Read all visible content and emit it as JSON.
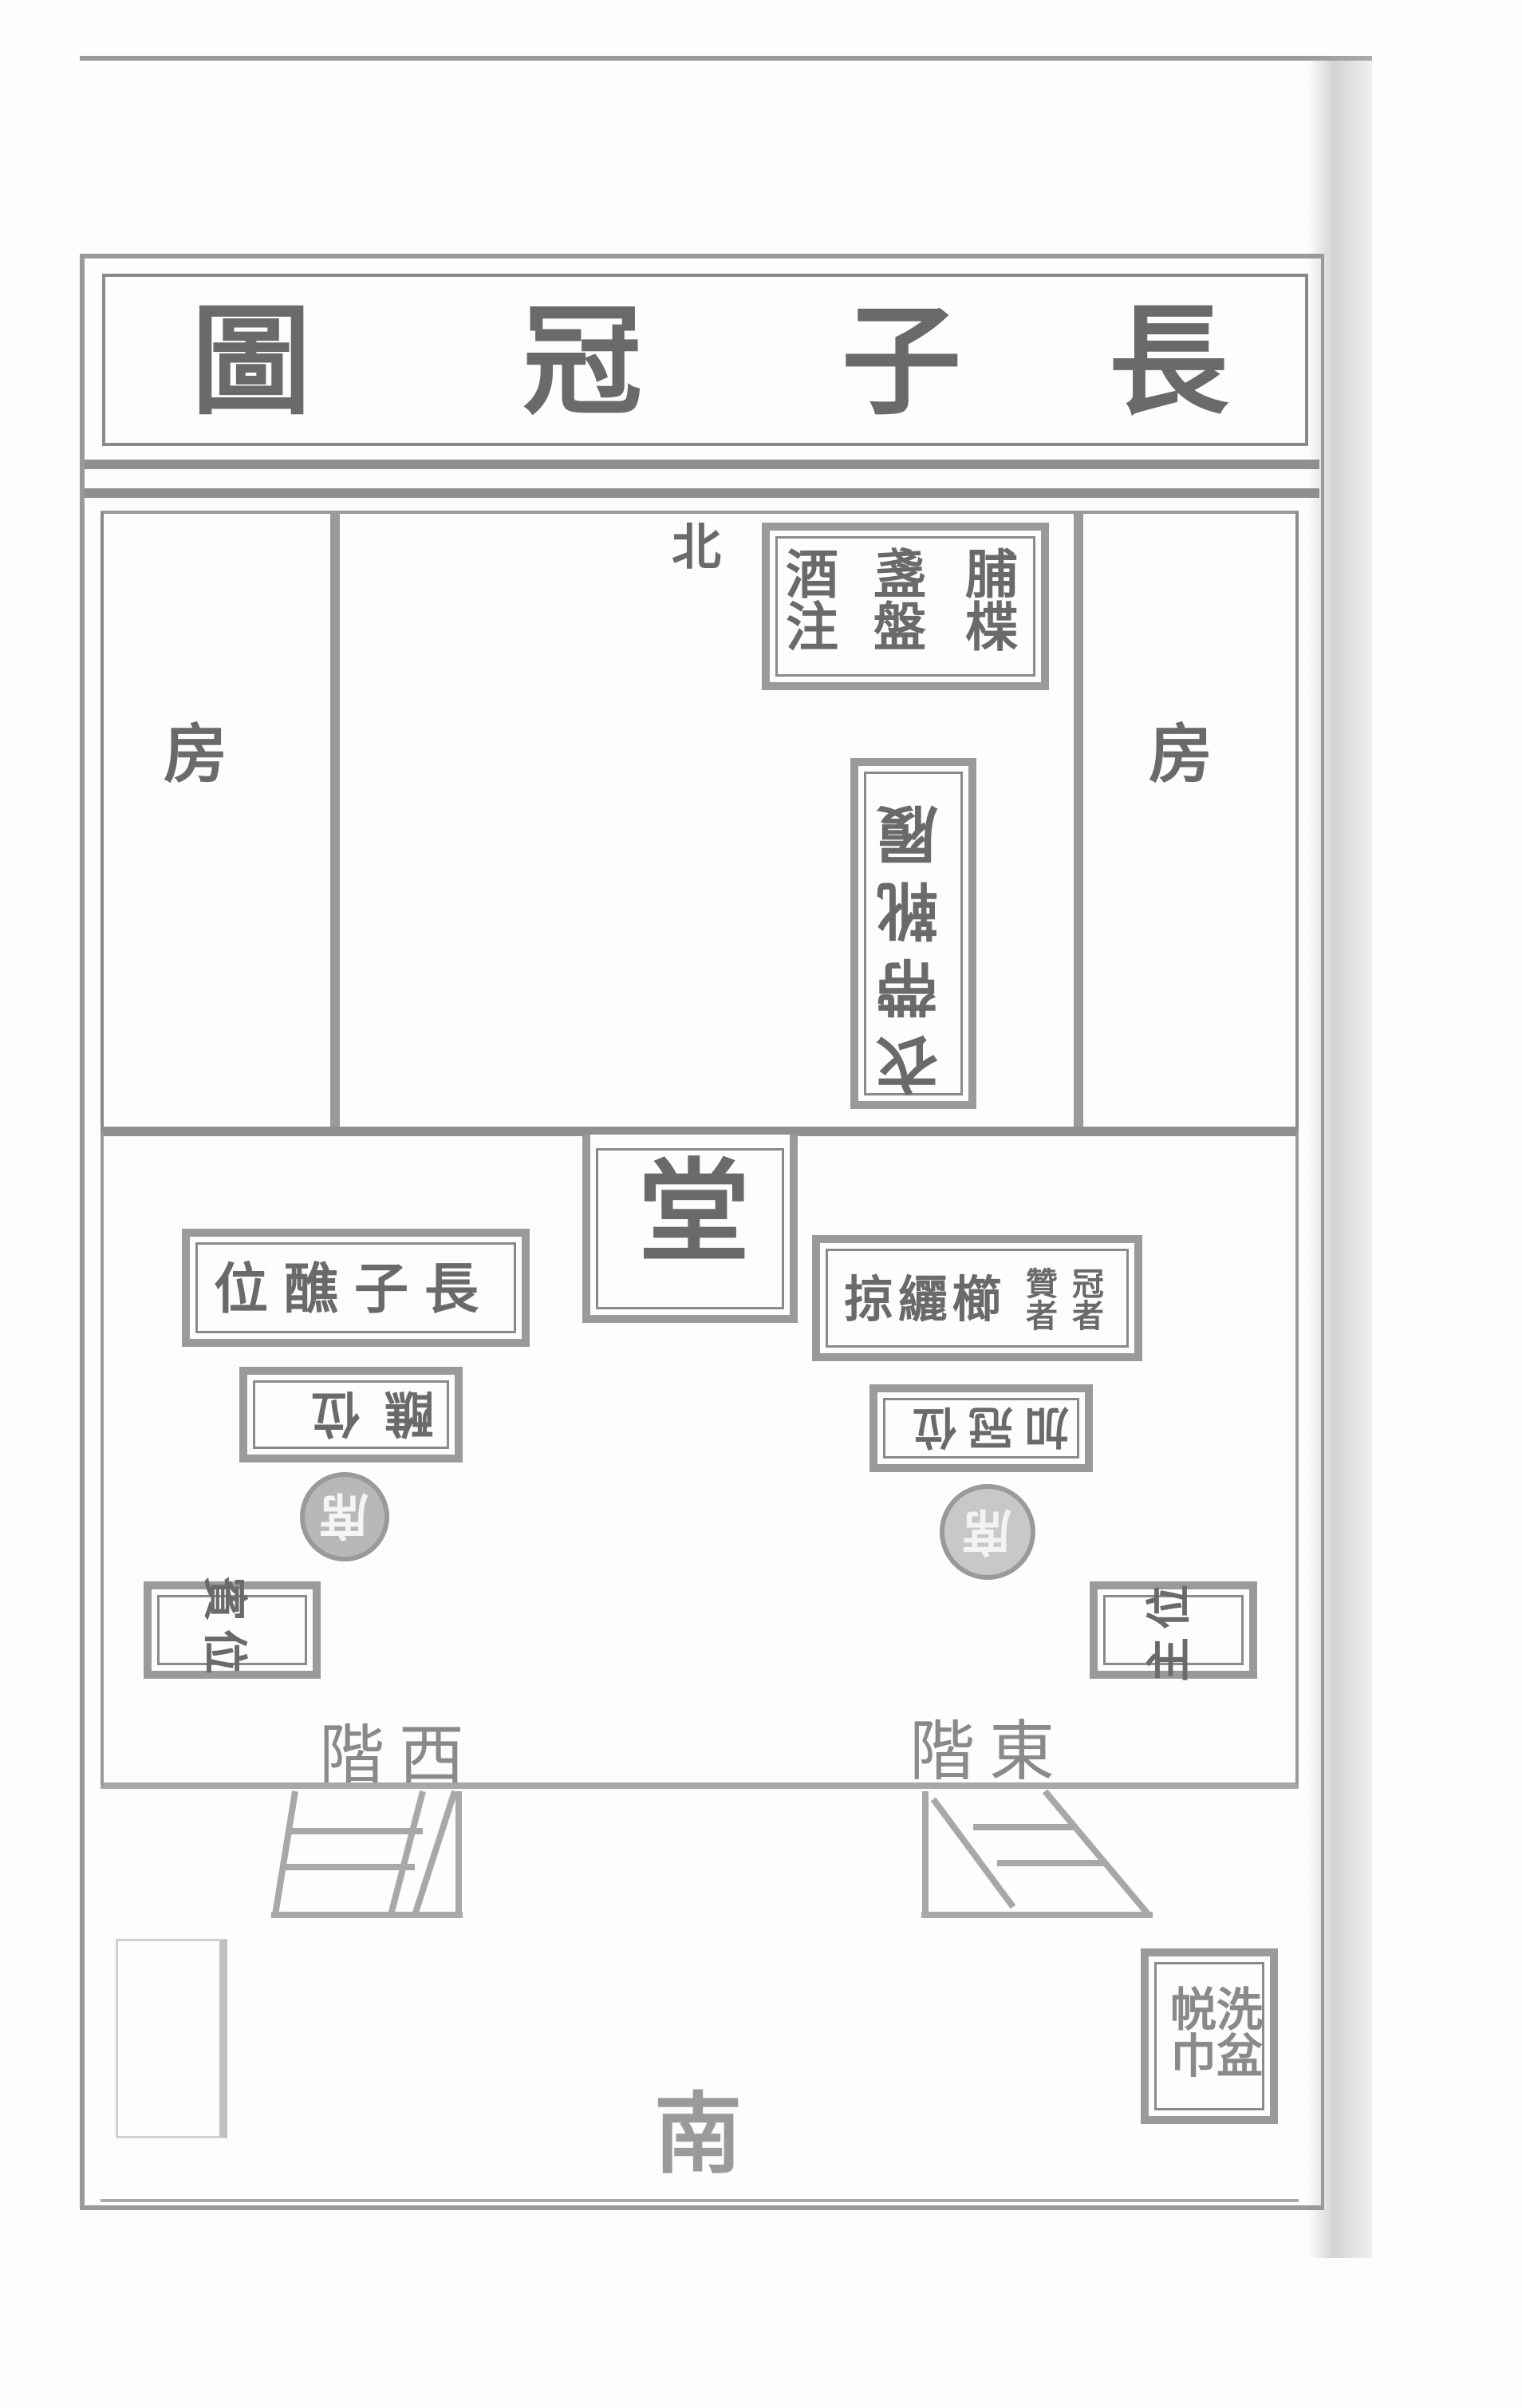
{
  "page": {
    "title": "長子冠圖",
    "title_chars": [
      "長",
      "子",
      "冠",
      "圖"
    ]
  },
  "compass": {
    "north": "北",
    "south": "南"
  },
  "rooms": {
    "left_room": "房",
    "right_room": "房",
    "hall": "堂"
  },
  "labels": {
    "food_box": [
      "脯楪",
      "盞盤",
      "酒注"
    ],
    "clothes_box": "衣帶靴履",
    "eldest_son_position": "長子醮位",
    "eldest_son_lower": "醮位",
    "capping_officiants": "冠者贊者櫛纚掠",
    "capping_officiants_small": [
      "冠者",
      "贊者"
    ],
    "capping_officiants_main": "櫛纚掠",
    "add_cap_position": "加冠位",
    "mat_left": "席",
    "mat_right": "席",
    "guest_position": "賓位",
    "host_position": "主位",
    "west_steps": "西階",
    "east_steps": "東階",
    "wash_box": [
      "洗盆",
      "帨巾"
    ],
    "faded_box": ""
  }
}
